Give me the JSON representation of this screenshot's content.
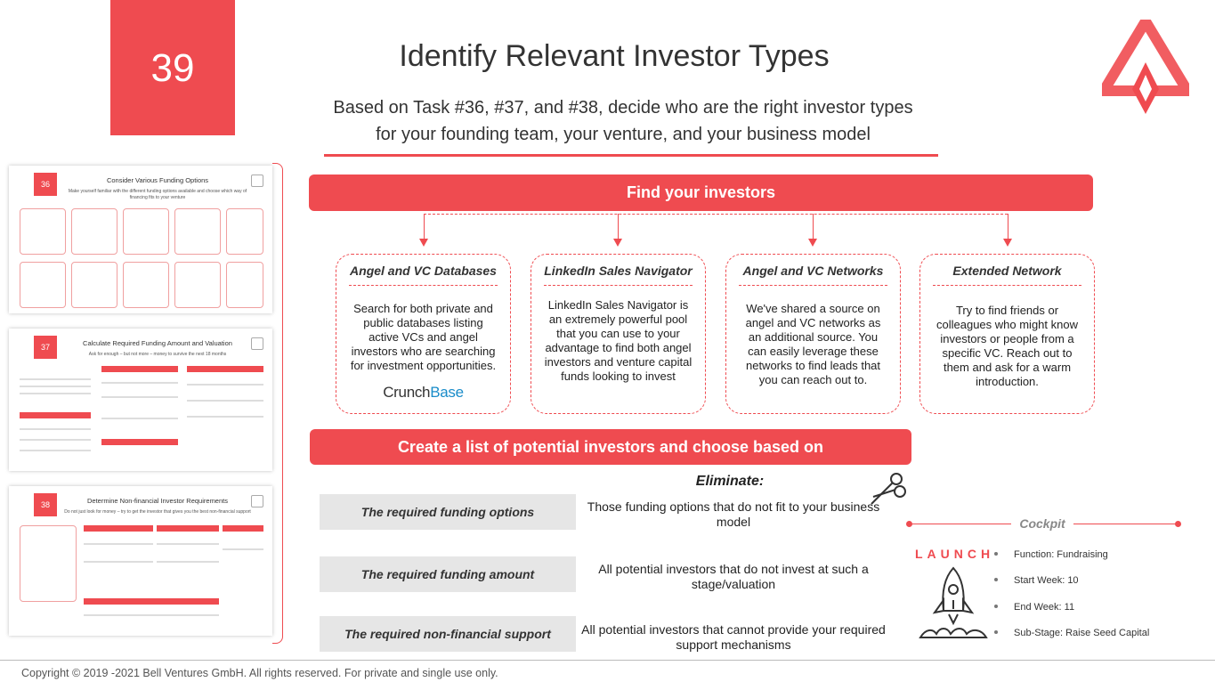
{
  "task_number": "39",
  "title": "Identify Relevant Investor Types",
  "subtitle_line1": "Based on Task #36, #37, and #38, decide who are the right investor types",
  "subtitle_line2": "for your founding team, your venture, and your business model",
  "thumbnails": [
    {
      "number": "36",
      "title": "Consider Various Funding Options",
      "subtitle": "Make yourself familiar with the different funding options available and choose which way of financing fits to your venture"
    },
    {
      "number": "37",
      "title": "Calculate Required Funding Amount and Valuation",
      "subtitle": "Ask for enough – but not more – money to survive the next 18 months"
    },
    {
      "number": "38",
      "title": "Determine Non-financial Investor Requirements",
      "subtitle": "Do not just look for money – try to get the investor that gives you the best non-financial support"
    }
  ],
  "find_investors": "Find your investors",
  "sources": [
    {
      "title": "Angel and VC Databases",
      "text": "Search for both private and public databases listing active VCs and angel investors who are searching for investment opportunities.",
      "logo_a": "Crunch",
      "logo_b": "Base"
    },
    {
      "title": "LinkedIn Sales Navigator",
      "text": "LinkedIn Sales Navigator is an extremely powerful pool that you can use to your advantage to find both angel investors and venture capital funds looking to invest"
    },
    {
      "title": "Angel and VC Networks",
      "text": "We've shared a source on angel and VC networks as an additional source. You can easily leverage these networks to find leads that you can reach out to."
    },
    {
      "title": "Extended Network",
      "text": "Try to find friends or colleagues who might know investors or people from a specific VC. Reach out to them and ask for a warm introduction."
    }
  ],
  "create_list": "Create a list of potential investors and choose based on",
  "eliminate_label": "Eliminate:",
  "criteria": [
    {
      "label": "The required funding options",
      "eliminate": "Those funding options that do not fit to your business model"
    },
    {
      "label": "The required funding amount",
      "eliminate": "All potential investors that do not invest at such a stage/valuation"
    },
    {
      "label": "The required non-financial support",
      "eliminate": "All potential investors that cannot provide your required support mechanisms"
    }
  ],
  "cockpit": {
    "title": "Cockpit",
    "launch": "LAUNCH",
    "items": [
      "Function: Fundraising",
      "Start Week: 10",
      "End Week: 11",
      "Sub-Stage: Raise Seed Capital"
    ]
  },
  "copyright": "Copyright © 2019 -2021 Bell Ventures GmbH. All rights reserved. For private and single use only.",
  "colors": {
    "accent": "#ef4b50",
    "criteria_bg": "#e6e6e6",
    "crunchbase_blue": "#1a8cc9"
  }
}
